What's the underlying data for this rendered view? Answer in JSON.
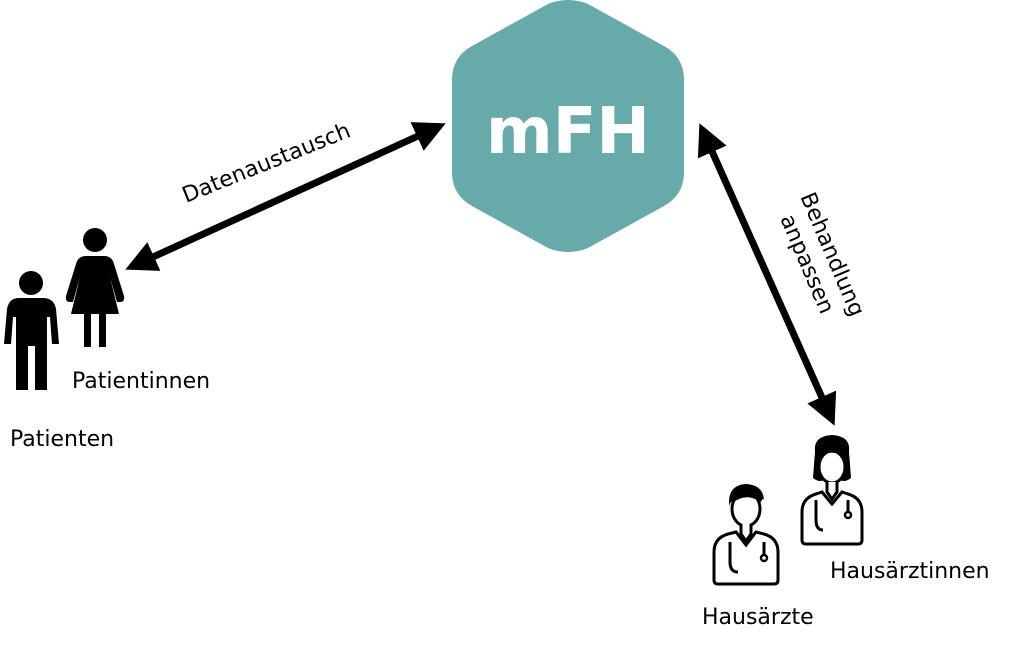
{
  "hub": {
    "label": "mFH",
    "color": "#66aaa9"
  },
  "arrows": {
    "left_label": "Datenaustausch",
    "right_label_line1": "Behandlung",
    "right_label_line2": "anpassen"
  },
  "patients": {
    "female_label": "Patientinnen",
    "male_label": "Patienten"
  },
  "doctors": {
    "female_label": "Hausärztinnen",
    "male_label": "Hausärzte"
  },
  "icons": [
    "hexagon-icon",
    "patient-female-icon",
    "patient-male-icon",
    "doctor-female-icon",
    "doctor-male-icon",
    "double-arrow-icon"
  ]
}
